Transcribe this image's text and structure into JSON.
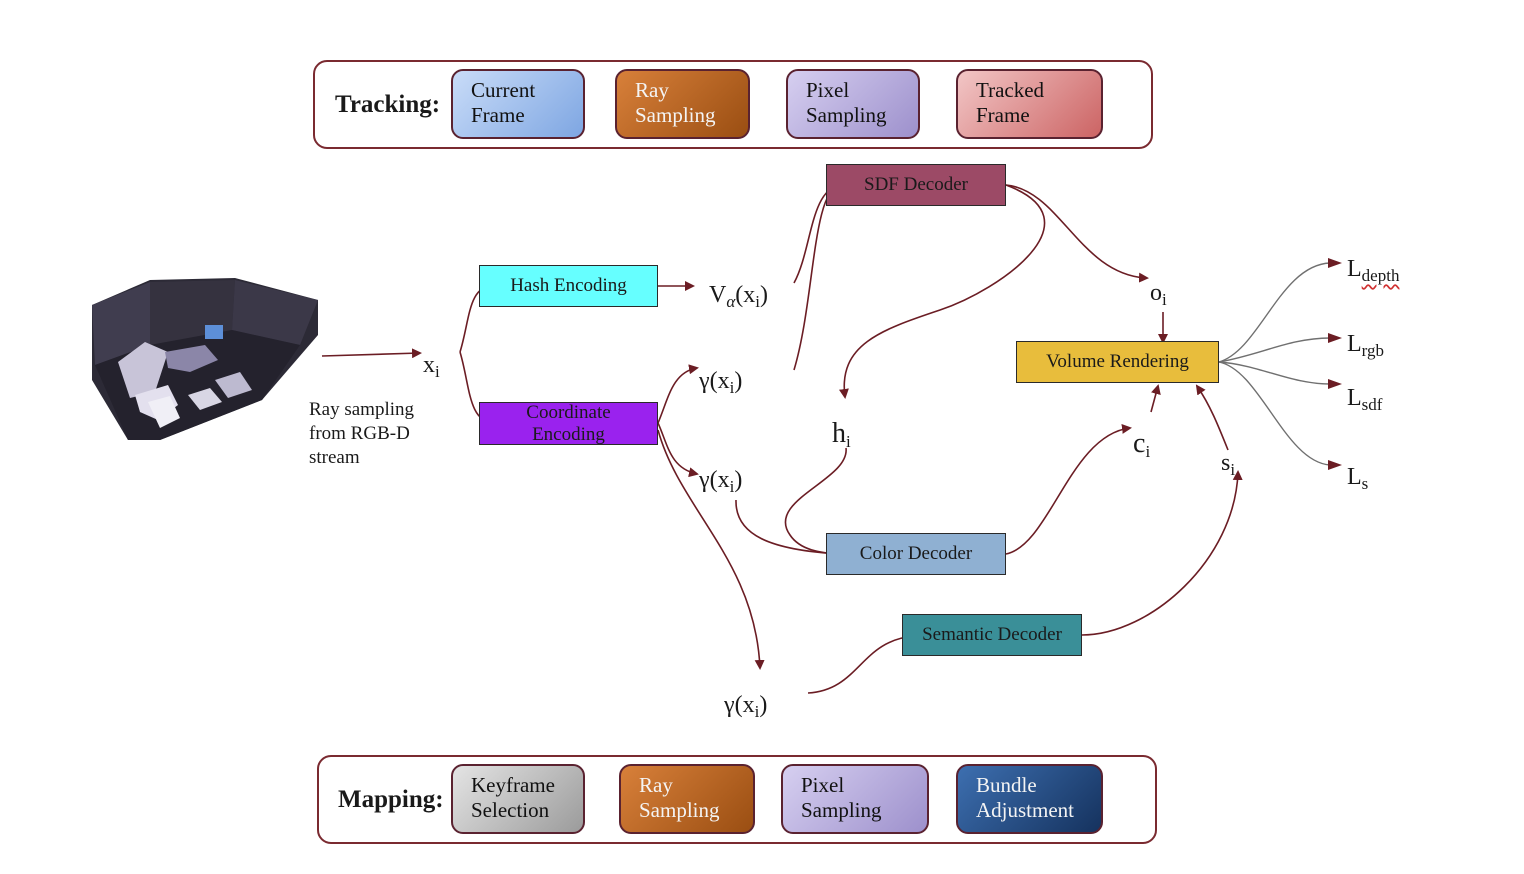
{
  "tracking": {
    "title": "Tracking:",
    "steps": [
      {
        "line1": "Current",
        "line2": "Frame"
      },
      {
        "line1": "Ray",
        "line2": "Sampling"
      },
      {
        "line1": "Pixel",
        "line2": "Sampling"
      },
      {
        "line1": "Tracked",
        "line2": "Frame"
      }
    ]
  },
  "mapping": {
    "title": "Mapping:",
    "steps": [
      {
        "line1": "Keyframe",
        "line2": "Selection"
      },
      {
        "line1": "Ray",
        "line2": "Sampling"
      },
      {
        "line1": "Pixel",
        "line2": "Sampling"
      },
      {
        "line1": "Bundle",
        "line2": "Adjustment"
      }
    ]
  },
  "modules": {
    "hash": "Hash Encoding",
    "coord_line1": "Coordinate",
    "coord_line2": "Encoding",
    "sdf": "SDF Decoder",
    "color": "Color Decoder",
    "semantic": "Semantic Decoder",
    "volume": "Volume Rendering"
  },
  "caption": {
    "line1": "Ray sampling",
    "line2": "from RGB-D",
    "line3": "stream"
  },
  "symbols": {
    "x": "x",
    "x_sub": "i",
    "v_main": "V",
    "v_alpha": "α",
    "v_arg": "(x",
    "v_arg_sub": "i",
    "v_close": ")",
    "gamma": "γ(x",
    "gamma_sub": "i",
    "gamma_close": ")",
    "o": "o",
    "o_sub": "i",
    "h": "h",
    "h_sub": "i",
    "c": "c",
    "c_sub": "i",
    "s": "s",
    "s_sub": "i"
  },
  "losses": [
    {
      "main": "L",
      "sub": "depth"
    },
    {
      "main": "L",
      "sub": "rgb"
    },
    {
      "main": "L",
      "sub": "sdf"
    },
    {
      "main": "L",
      "sub": "s"
    }
  ],
  "colors": {
    "arrow": "#6b1d24",
    "gray_arrow": "#707070",
    "hash": "#66ffff",
    "coord": "#9a22ee",
    "sdf": "#9c4a66",
    "color_dec": "#8fb0d2",
    "semantic": "#3a8f98",
    "volume": "#e8bd3c"
  }
}
